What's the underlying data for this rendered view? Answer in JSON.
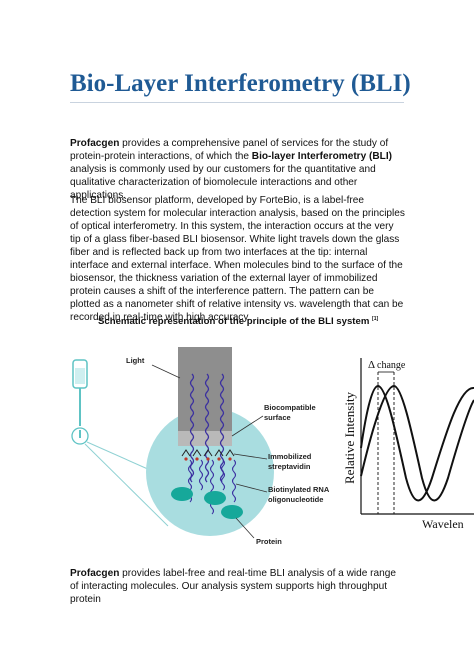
{
  "doc": {
    "title": "Bio-Layer Interferometry (BLI)",
    "intro": {
      "s1": "Profacgen",
      "s2": " provides a comprehensive panel of services for the study of protein-protein interactions, of which the ",
      "s3": "Bio-layer Interferometry (BLI)",
      "s4": " analysis is commonly used by our customers for the quantitative and qualitative characterization of biomolecule interactions and other applications."
    },
    "para2": "The BLI biosensor platform, developed by ForteBio, is a label-free detection system for molecular interaction analysis, based on the principles of optical interferometry. In this system, the interaction occurs at the very tip of a glass fiber-based BLI biosensor. White light travels down the glass fiber and is reflected back up from two interfaces at the tip: internal interface and external interface. When molecules bind to the surface of the biosensor, the thickness variation of the external layer of immobilized protein causes a shift of the interference pattern. The pattern can be plotted as a nanometer shift of relative intensity vs. wavelength that can be recorded in real-time with high accuracy.",
    "caption": {
      "text": "Schematic representation of the principle of the BLI system",
      "ref": "[1]"
    },
    "para3": {
      "s1": "Profacgen",
      "s2": " provides label-free and real-time BLI analysis of a wide range of interacting molecules. Our analysis system supports high throughput protein"
    }
  },
  "figure": {
    "labels": {
      "light": "Light",
      "surface_1": "Biocompatible",
      "surface_2": "surface",
      "streptavidin_1": "Immobilized",
      "streptavidin_2": "streptavidin",
      "rna_1": "Biotinylated RNA",
      "rna_2": "oligonucleotide",
      "protein": "Protein"
    },
    "graph": {
      "delta": "Δ",
      "change": "change",
      "ylabel": "Relative Intensity",
      "xlabel": "Wavelen"
    },
    "colors": {
      "sensor_gray": "#8e8e8e",
      "circle_bg": "#a9dde0",
      "light_wave": "#3a2fa0",
      "protein": "#16a89a",
      "probe_tip": "#5ec3c4"
    }
  }
}
